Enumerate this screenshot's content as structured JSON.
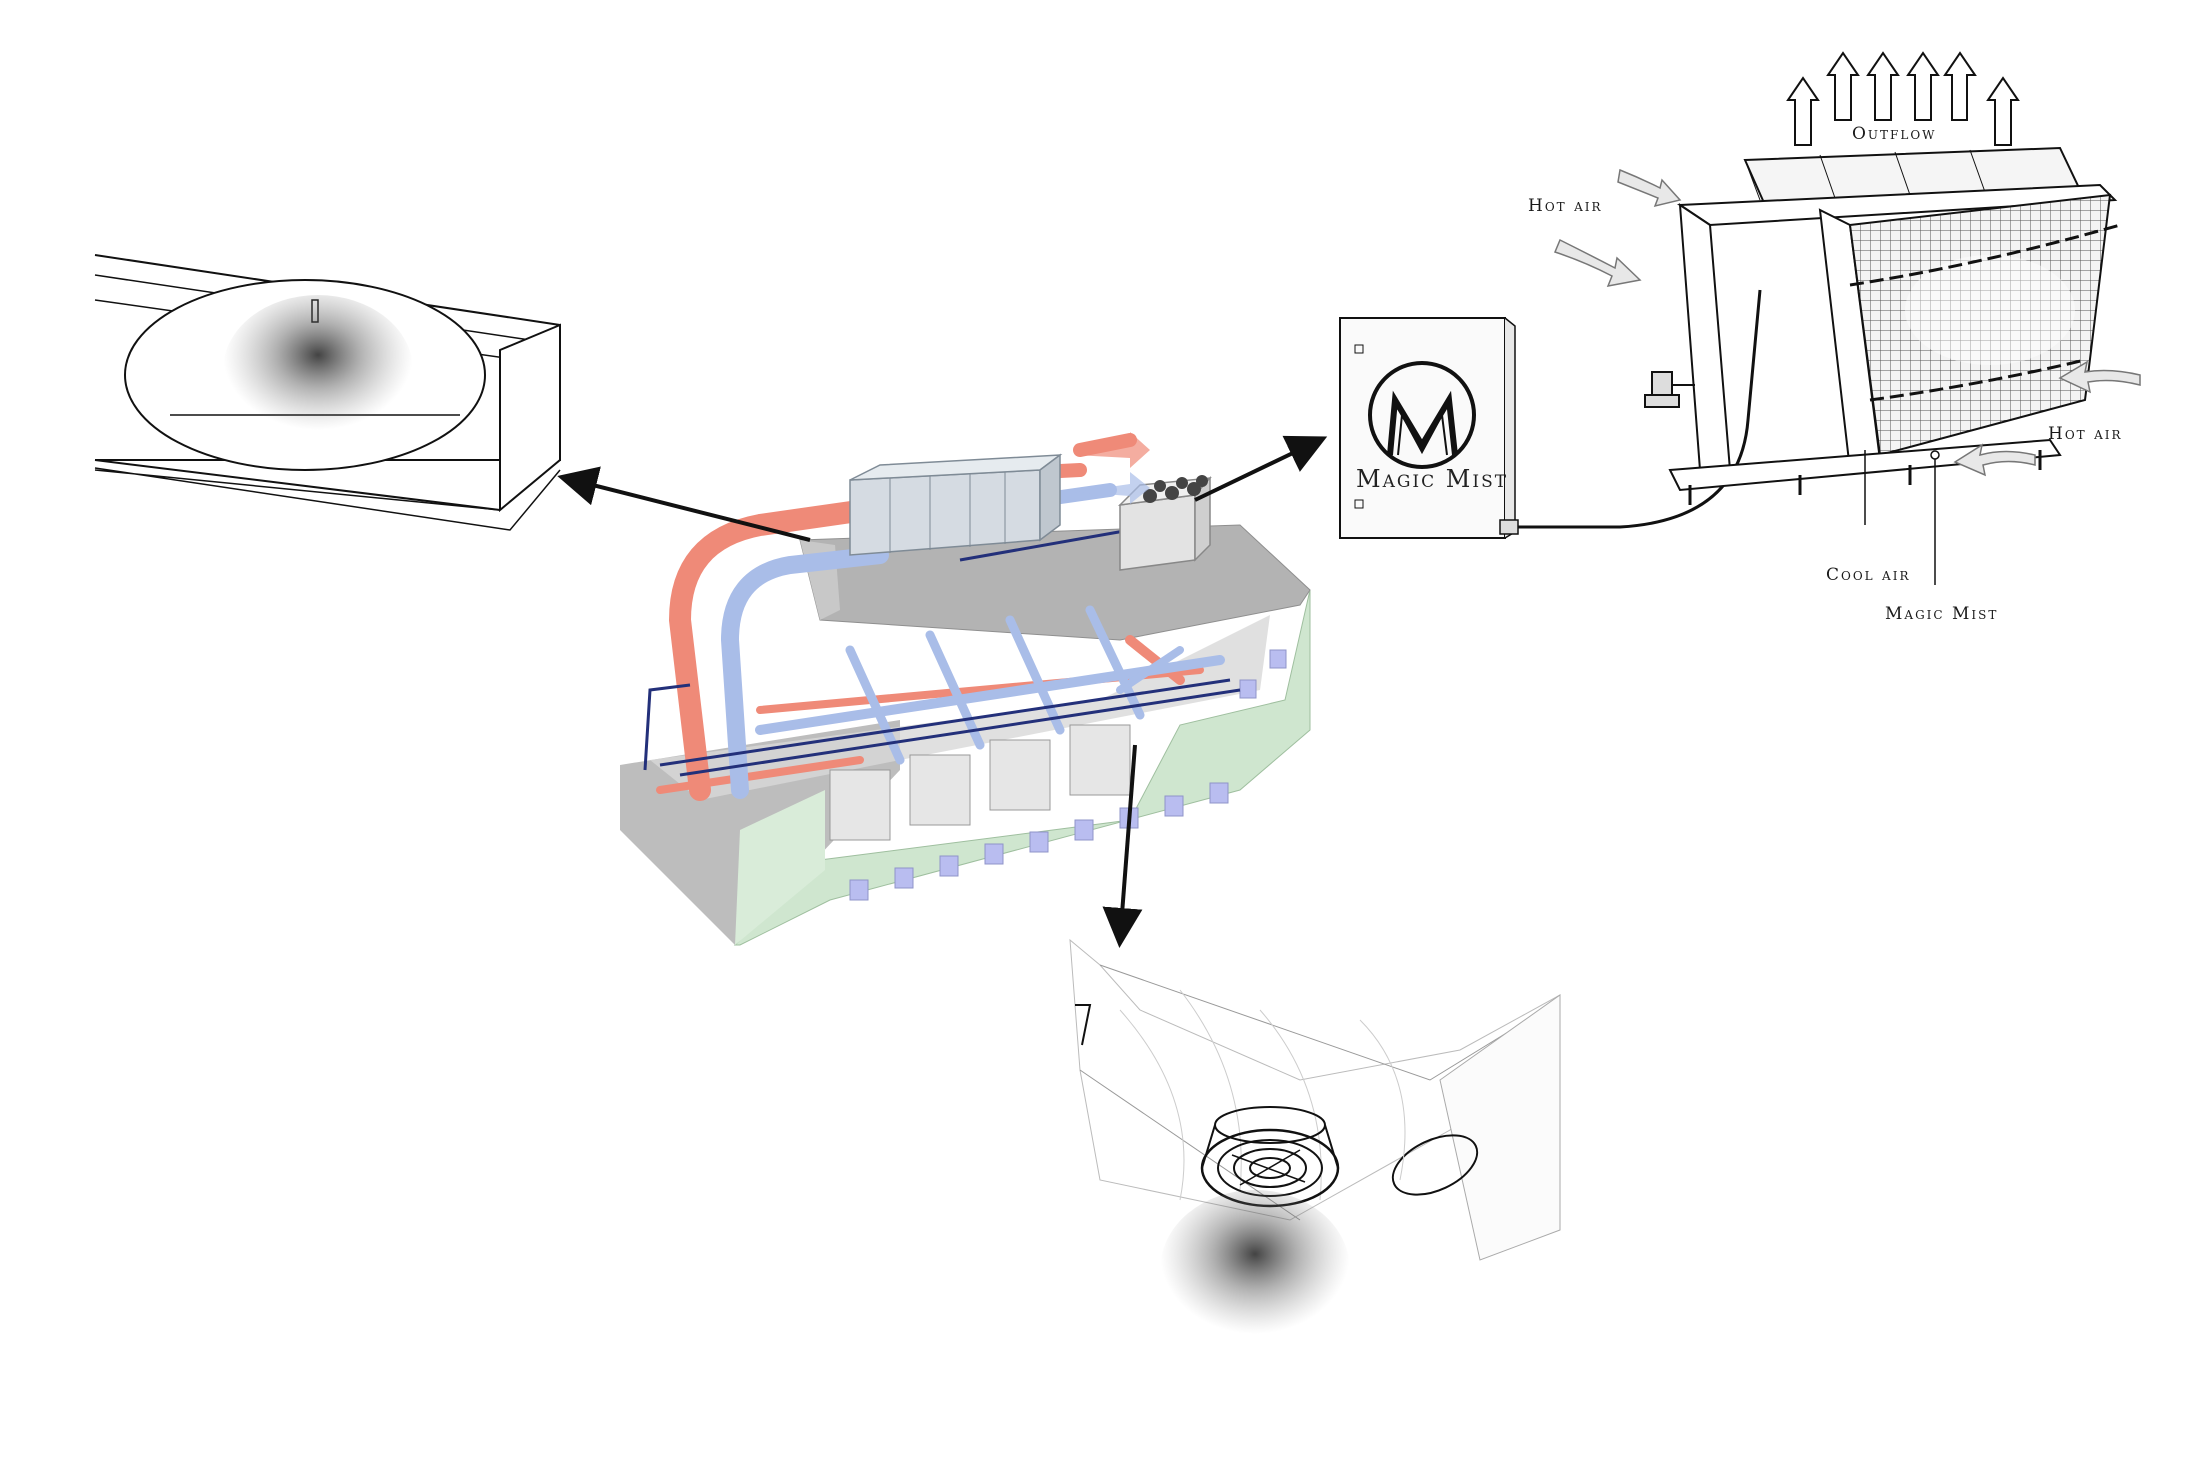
{
  "labels": {
    "outflow": "Outflow",
    "hot_air_top": "Hot air",
    "hot_air_right": "Hot air",
    "cool_air": "Cool air",
    "magic_mist_pointer": "Magic Mist",
    "brand_box": "Magic Mist"
  },
  "colors": {
    "warm_duct": "#ef8a78",
    "cool_duct": "#a9bde8",
    "supply_line": "#23307a",
    "wall_green": "#cfe6cf",
    "roof_grey": "#b3b3b3",
    "line_black": "#111111"
  }
}
